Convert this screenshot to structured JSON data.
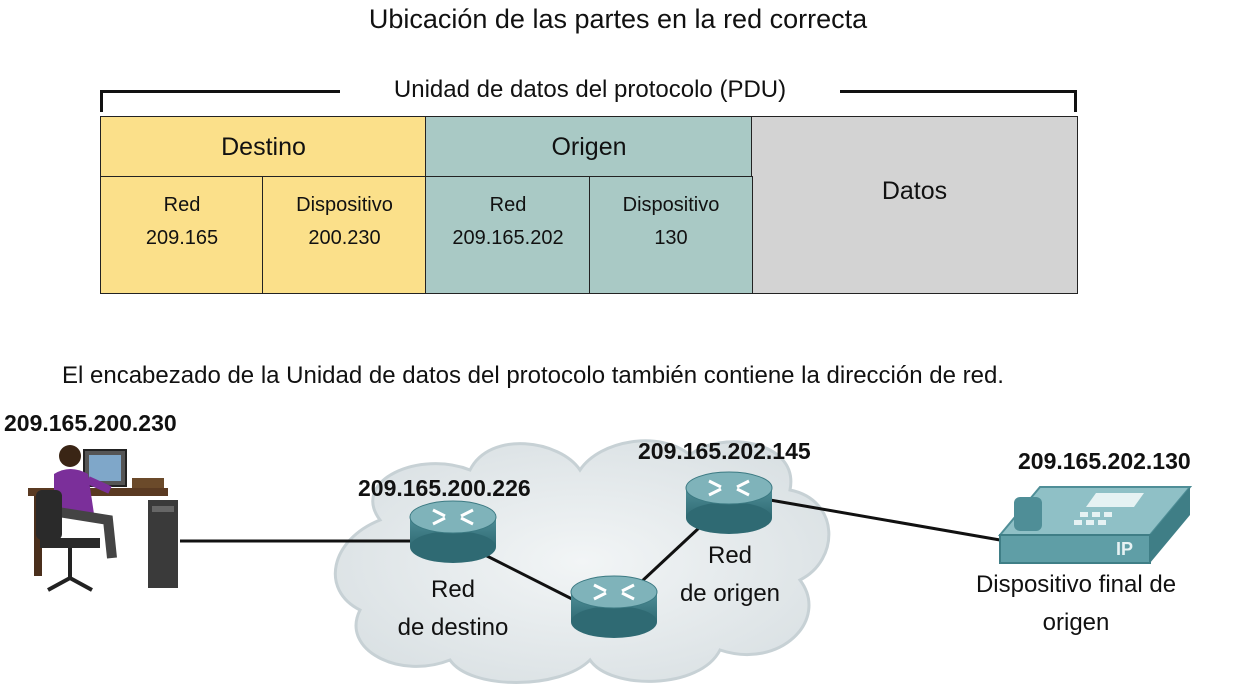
{
  "title": "Ubicación de las partes en la red correcta",
  "pdu": {
    "label": "Unidad de datos del protocolo (PDU)",
    "destino": {
      "header": "Destino",
      "red": {
        "label": "Red",
        "value": "209.165"
      },
      "dispositivo": {
        "label": "Dispositivo",
        "value": "200.230"
      }
    },
    "origen": {
      "header": "Origen",
      "red": {
        "label": "Red",
        "value": "209.165.202"
      },
      "dispositivo": {
        "label": "Dispositivo",
        "value": "130"
      }
    },
    "datos": "Datos"
  },
  "caption": "El encabezado de la Unidad de datos del protocolo también contiene la dirección de red.",
  "network": {
    "pc_ip": "209.165.200.230",
    "router_dest_ip": "209.165.200.226",
    "router_orig_ip": "209.165.202.145",
    "phone_ip": "209.165.202.130",
    "red_destino_line1": "Red",
    "red_destino_line2": "de destino",
    "red_origen_line1": "Red",
    "red_origen_line2": "de origen",
    "phone_label_line1": "Dispositivo final de",
    "phone_label_line2": "origen",
    "phone_badge": "IP"
  },
  "colors": {
    "destino": "#fbe08a",
    "origen": "#a9c9c5",
    "datos": "#d3d3d3",
    "router": "#5f9ea6"
  }
}
